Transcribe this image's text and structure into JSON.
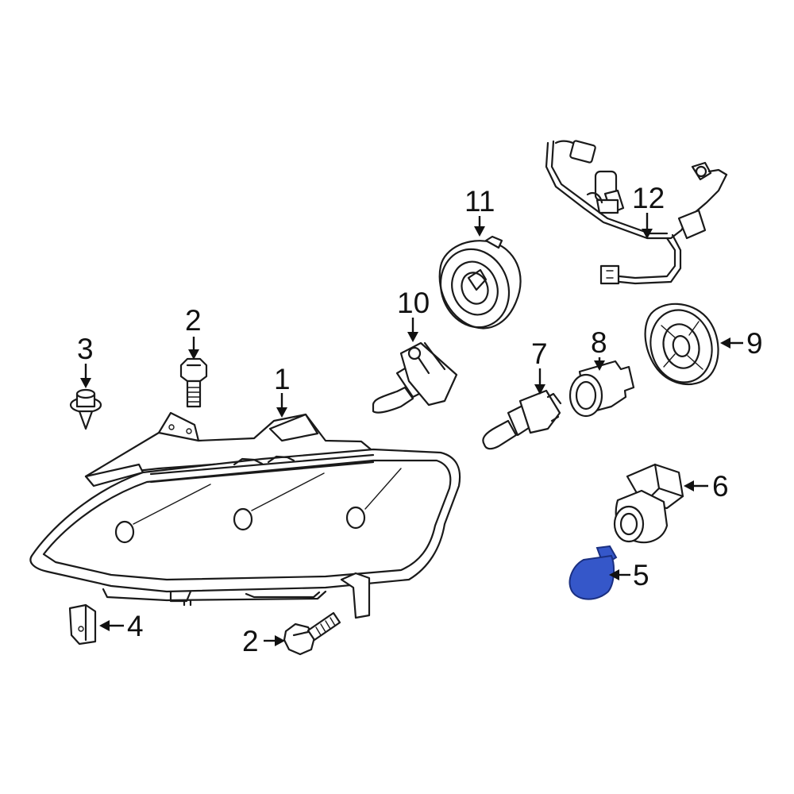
{
  "colors": {
    "line": "#1a1a1a",
    "highlight_fill": "#3557c9",
    "highlight_stroke": "#1a2f80",
    "background": "#ffffff"
  },
  "callouts": [
    {
      "id": "c1",
      "label": "1",
      "part": "headlamp-assembly"
    },
    {
      "id": "c2a",
      "label": "2",
      "part": "headlamp-bolt-upper"
    },
    {
      "id": "c2b",
      "label": "2",
      "part": "headlamp-bolt-lower"
    },
    {
      "id": "c3",
      "label": "3",
      "part": "push-retainer"
    },
    {
      "id": "c4",
      "label": "4",
      "part": "clip-nut"
    },
    {
      "id": "c5",
      "label": "5",
      "part": "wedge-bulb",
      "highlighted": true
    },
    {
      "id": "c6",
      "label": "6",
      "part": "bulb-socket"
    },
    {
      "id": "c7",
      "label": "7",
      "part": "turn-signal-bulb"
    },
    {
      "id": "c8",
      "label": "8",
      "part": "socket-housing"
    },
    {
      "id": "c9",
      "label": "9",
      "part": "access-cap-small"
    },
    {
      "id": "c10",
      "label": "10",
      "part": "headlamp-bulb"
    },
    {
      "id": "c11",
      "label": "11",
      "part": "access-cap-large"
    },
    {
      "id": "c12",
      "label": "12",
      "part": "wiring-harness"
    }
  ]
}
